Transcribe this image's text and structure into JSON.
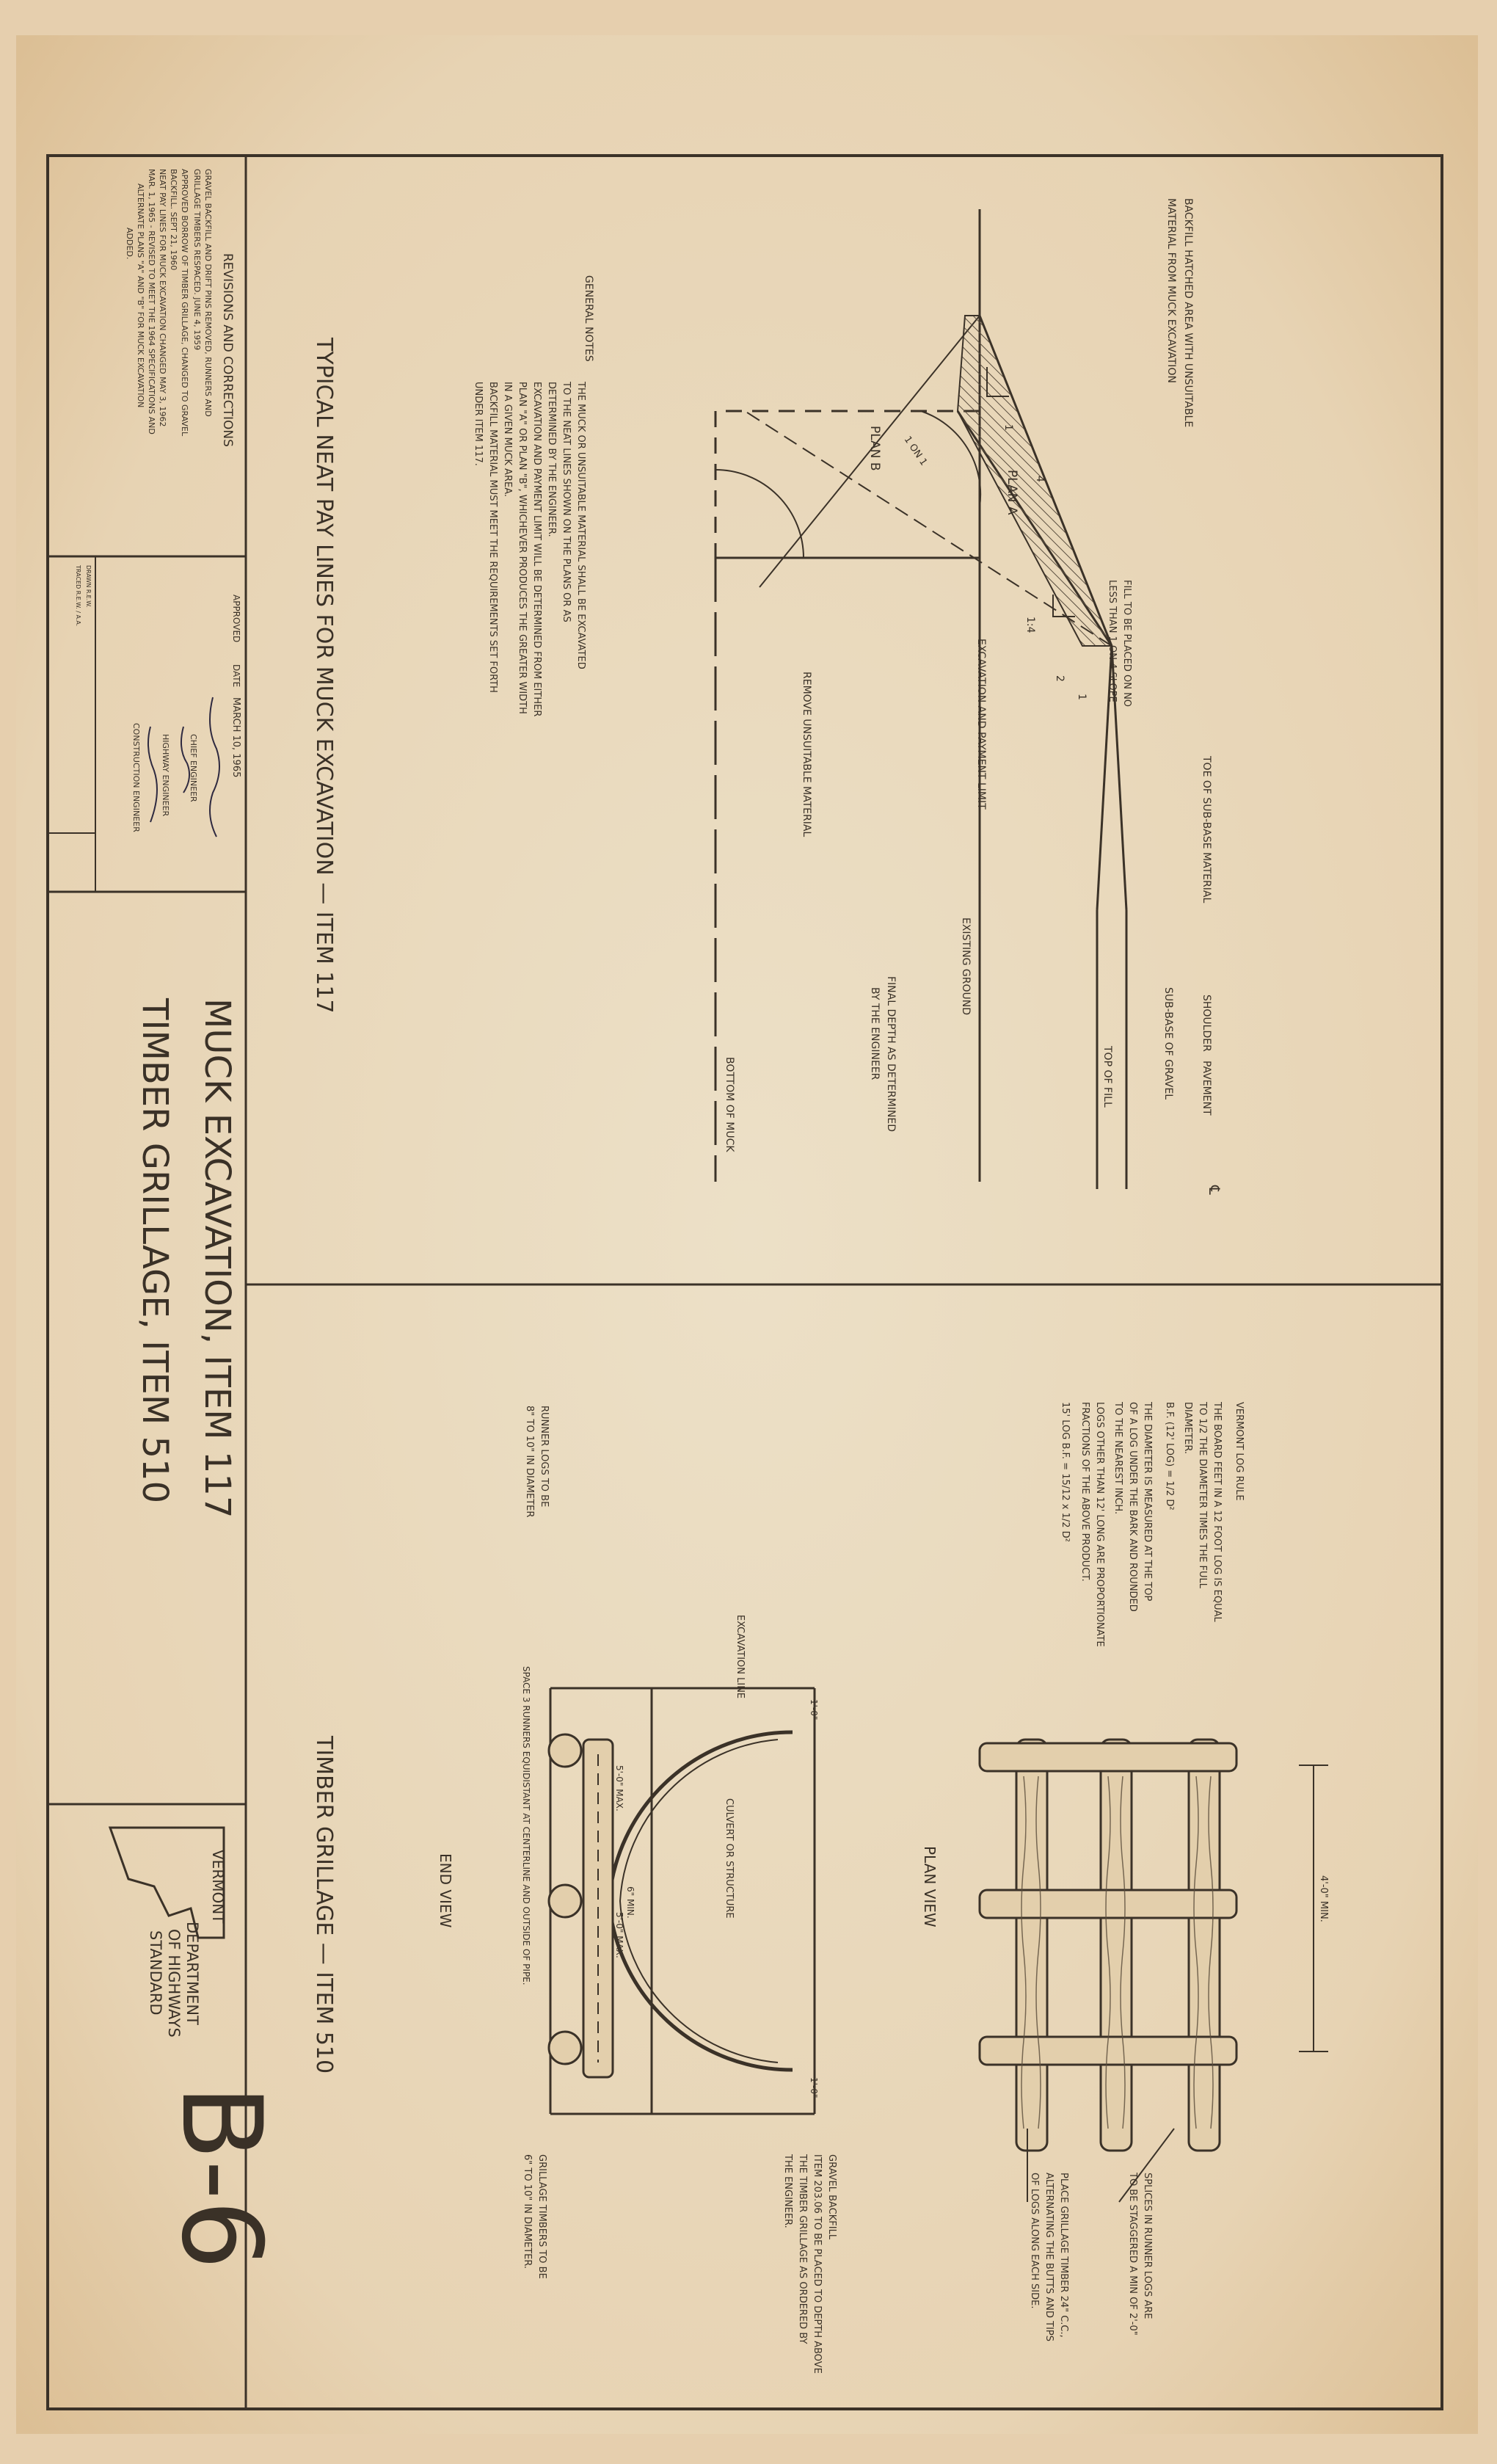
{
  "sheet_number": "B-6",
  "title_block": {
    "line1": "MUCK EXCAVATION, ITEM 117",
    "line2": "TIMBER GRILLAGE, ITEM 510"
  },
  "agency": {
    "state": "VERMONT",
    "line1": "DEPARTMENT",
    "line2": "OF HIGHWAYS",
    "line3": "STANDARD"
  },
  "revisions": {
    "heading": "REVISIONS AND CORRECTIONS",
    "lines": [
      "GRAVEL BACKFILL AND DRIFT PINS REMOVED, RUNNERS AND",
      "GRILLAGE TIMBERS RESPACED.             JUNE 4, 1959",
      "APPROVED BORROW OF TIMBER GRILLAGE, CHANGED TO GRAVEL",
      "BACKFILL.   SEPT 21, 1960",
      "NEAT PAY LINES FOR MUCK EXCAVATION CHANGED MAY 3, 1962",
      "MAR. 1, 1965 - REVISED TO MEET THE 1964 SPECIFICATIONS AND",
      "ALTERNATE PLANS \"A\" AND \"B\" FOR MUCK EXCAVATION",
      "ADDED."
    ]
  },
  "approval": {
    "approved_label": "APPROVED",
    "date_label": "DATE",
    "date_value": "MARCH 10, 1965",
    "chief_engineer": "CHIEF ENGINEER",
    "highway_engineer": "HIGHWAY ENGINEER",
    "construction_engineer": "CONSTRUCTION ENGINEER",
    "drawn": "DRAWN   R.E.W.",
    "traced": "TRACED   R.E.W. / A.A."
  },
  "muck": {
    "section_title": "TYPICAL NEAT PAY LINES FOR MUCK EXCAVATION — ITEM 117",
    "general_notes_label": "GENERAL NOTES",
    "notes": [
      "THE MUCK OR UNSUITABLE MATERIAL SHALL BE EXCAVATED",
      "TO THE NEAT LINES SHOWN ON THE PLANS OR AS",
      "DETERMINED BY THE ENGINEER.",
      "EXCAVATION AND PAYMENT LIMIT WILL BE DETERMINED FROM EITHER",
      "PLAN \"A\" OR PLAN \"B\", WHICHEVER PRODUCES THE GREATER WIDTH",
      "IN A GIVEN MUCK AREA.",
      "BACKFILL MATERIAL MUST MEET THE REQUIREMENTS SET FORTH",
      "UNDER ITEM 117."
    ],
    "labels": {
      "backfill1": "BACKFILL HATCHED AREA WITH UNSUITABLE",
      "backfill2": "MATERIAL FROM MUCK EXCAVATION",
      "fill_slope1": "FILL TO BE PLACED ON NO",
      "fill_slope2": "LESS THAN 1 ON 4 SLOPE",
      "toe": "TOE OF SUB-BASE MATERIAL",
      "shoulder": "SHOULDER",
      "pavement": "PAVEMENT",
      "subbase": "SUB-BASE OF GRAVEL",
      "top_fill": "TOP OF FILL",
      "plan_a": "PLAN A",
      "plan_b": "PLAN B",
      "excavation_limit": "EXCAVATION AND PAYMENT LIMIT",
      "remove": "REMOVE UNSUITABLE MATERIAL",
      "existing": "EXISTING GROUND",
      "final_depth1": "FINAL DEPTH AS DETERMINED",
      "final_depth2": "BY THE ENGINEER",
      "bottom": "BOTTOM OF MUCK",
      "slope_1_4": "1:4",
      "slope_1": "1",
      "slope_4": "4",
      "slope_2": "2",
      "slope_1b": "1",
      "one_on_one": "1 ON 1",
      "centerline": "℄"
    }
  },
  "timber": {
    "section_title": "TIMBER GRILLAGE — ITEM 510",
    "log_rule": [
      "VERMONT LOG RULE",
      "THE BOARD FEET IN A 12 FOOT LOG IS EQUAL",
      "TO 1/2 THE DIAMETER TIMES THE FULL",
      "DIAMETER.",
      "B.F. (12' LOG) = 1/2 D²",
      "THE DIAMETER IS MEASURED AT THE TOP",
      "OF A LOG UNDER THE BARK AND ROUNDED",
      "TO THE NEAREST INCH.",
      "LOGS OTHER THAN 12' LONG ARE PROPORTIONATE",
      "FRACTIONS OF THE ABOVE PRODUCT.",
      "15' LOG B.F. = 15/12 x 1/2 D²"
    ],
    "plan_view": "PLAN VIEW",
    "end_view": "END VIEW",
    "dim_4ft": "4'-0\" MIN.",
    "splices1": "SPLICES IN RUNNER LOGS ARE",
    "splices2": "TO BE STAGGERED A MIN OF 2'-0\"",
    "place1": "PLACE GRILLAGE TIMBER 24\" C.C.,",
    "place2": "ALTERNATING THE BUTTS AND TIPS",
    "place3": "OF LOGS ALONG EACH SIDE.",
    "gravel1": "GRAVEL BACKFILL",
    "gravel2": "ITEM 203.06 TO BE PLACED TO DEPTH ABOVE",
    "gravel3": "THE TIMBER GRILLAGE AS ORDERED BY",
    "gravel4": "THE ENGINEER.",
    "grillage1": "GRILLAGE TIMBERS TO BE",
    "grillage2": "6\" TO 10\" IN DIAMETER.",
    "space": "SPACE 3 RUNNERS EQUIDISTANT AT CENTERLINE AND OUTSIDE OF PIPE.",
    "runner1": "RUNNER LOGS TO BE",
    "runner2": "8\" TO 10\" IN DIAMETER",
    "excavation_line": "EXCAVATION LINE",
    "culvert": "CULVERT OR STRUCTURE",
    "dim_1ft_a": "1'-0\"",
    "dim_1ft_b": "1'-0\"",
    "dim_6in": "6\" MIN.",
    "dim_5ft_a": "5'-0\" MAX.",
    "dim_5ft_b": "5'-0\" MAX."
  }
}
